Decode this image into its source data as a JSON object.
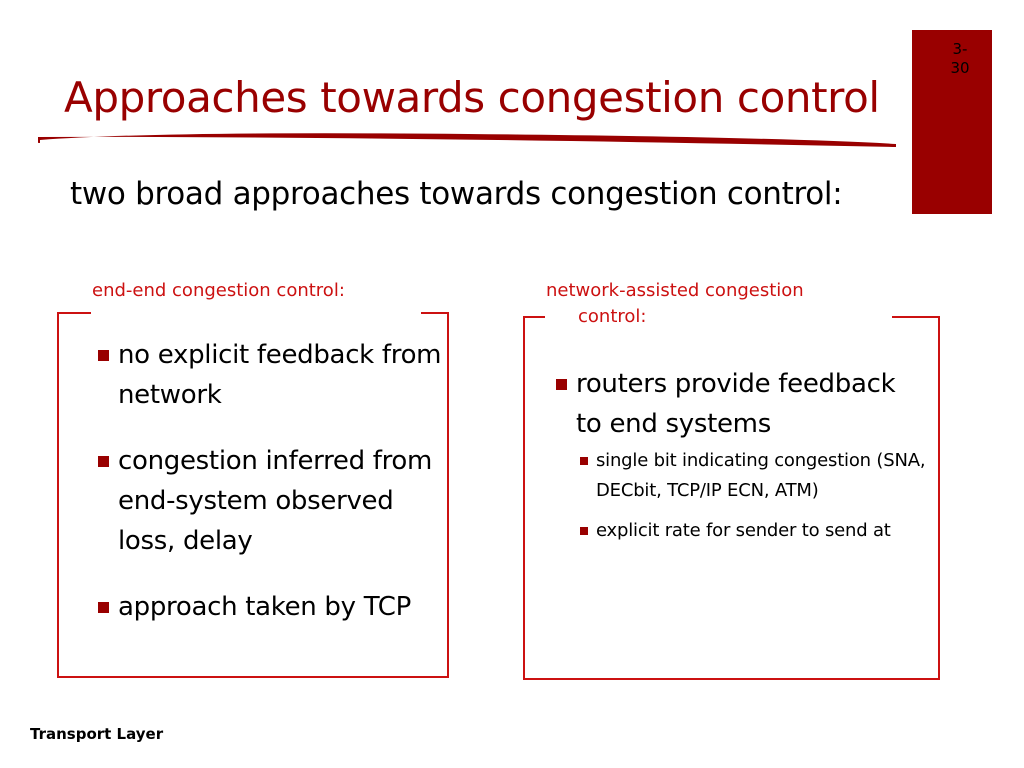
{
  "slide": {
    "page_number": "3-\n30",
    "title": "Approaches towards congestion control",
    "subtitle": "two broad approaches towards congestion control:",
    "footer": "Transport Layer"
  },
  "left_panel": {
    "heading": "end-end congestion control:",
    "bullets": [
      "no explicit feedback from network",
      "congestion inferred from end-system observed loss, delay",
      "approach taken by TCP"
    ]
  },
  "right_panel": {
    "heading": "network-assisted congestion control:",
    "bullets": [
      {
        "text": "routers provide feedback to end systems",
        "sub_bullets": [
          "single bit indicating congestion (SNA, DECbit, TCP/IP ECN, ATM)",
          "explicit rate for sender to send at"
        ]
      }
    ]
  },
  "colors": {
    "accent": "#990000",
    "panel_border": "#cc1111"
  }
}
